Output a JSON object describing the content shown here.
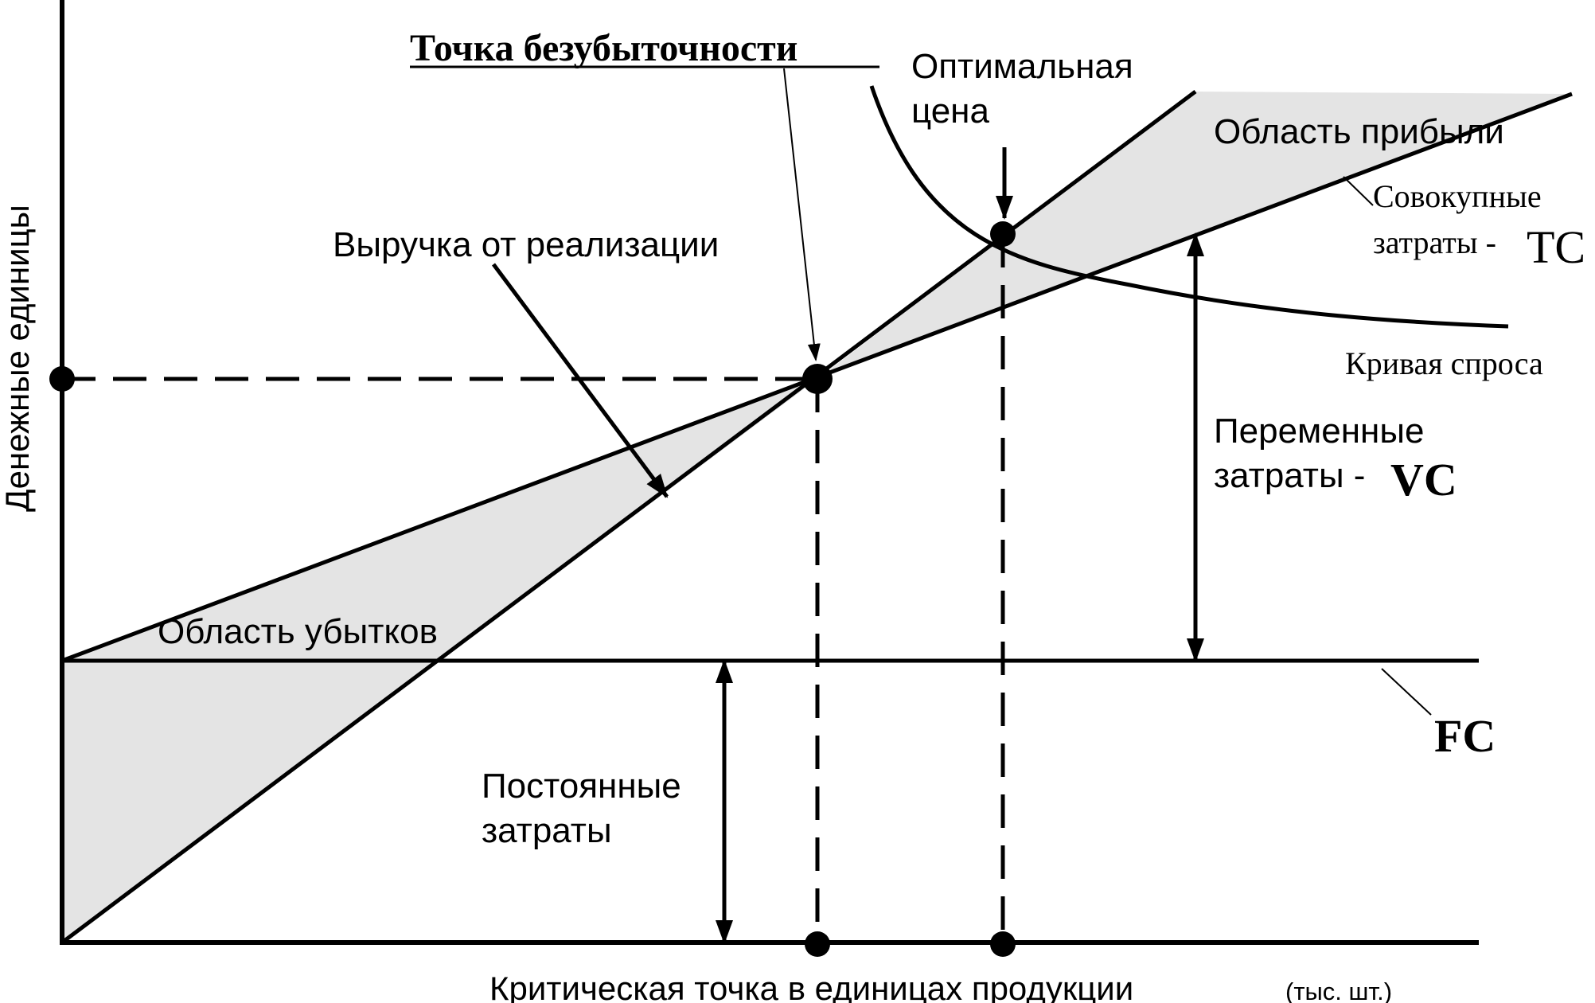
{
  "colors": {
    "ink": "#000000",
    "region_fill": "#e4e4e4",
    "background": "#ffffff"
  },
  "labels": {
    "y_axis": "Денежные единицы",
    "x_axis": "Критическая точка в единицах продукции",
    "x_axis_unit": "(тыс. шт.)",
    "breakeven_point": "Точка безубыточности",
    "optimal_price_line1": "Оптимальная",
    "optimal_price_line2": "цена",
    "profit_area": "Область прибыли",
    "total_costs_line1": "Совокупные",
    "total_costs_line2": "затраты -",
    "total_costs_symbol": "TC",
    "demand_curve": "Кривая спроса",
    "revenue": "Выручка от реализации",
    "variable_costs_line1": "Переменные",
    "variable_costs_line2": "затраты -",
    "variable_costs_symbol": "VC",
    "loss_area": "Область убытков",
    "fixed_costs_symbol": "FC",
    "fixed_costs_line1": "Постоянные",
    "fixed_costs_line2": "затраты"
  }
}
